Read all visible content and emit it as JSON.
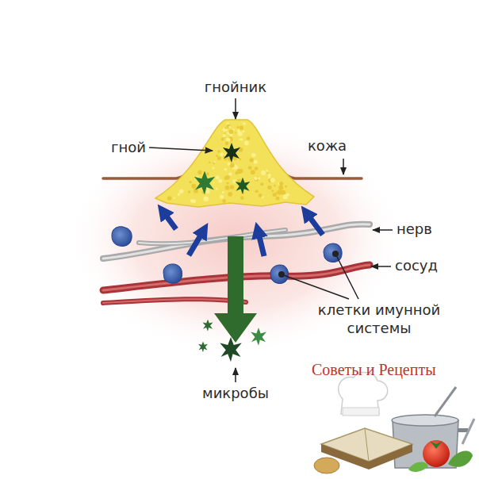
{
  "diagram": {
    "labels": [
      "гнойник",
      "гной",
      "кожа",
      "нерв",
      "сосуд",
      "клетки имунной системы",
      "микробы",
      "Советы и Рецепты"
    ]
  }
}
